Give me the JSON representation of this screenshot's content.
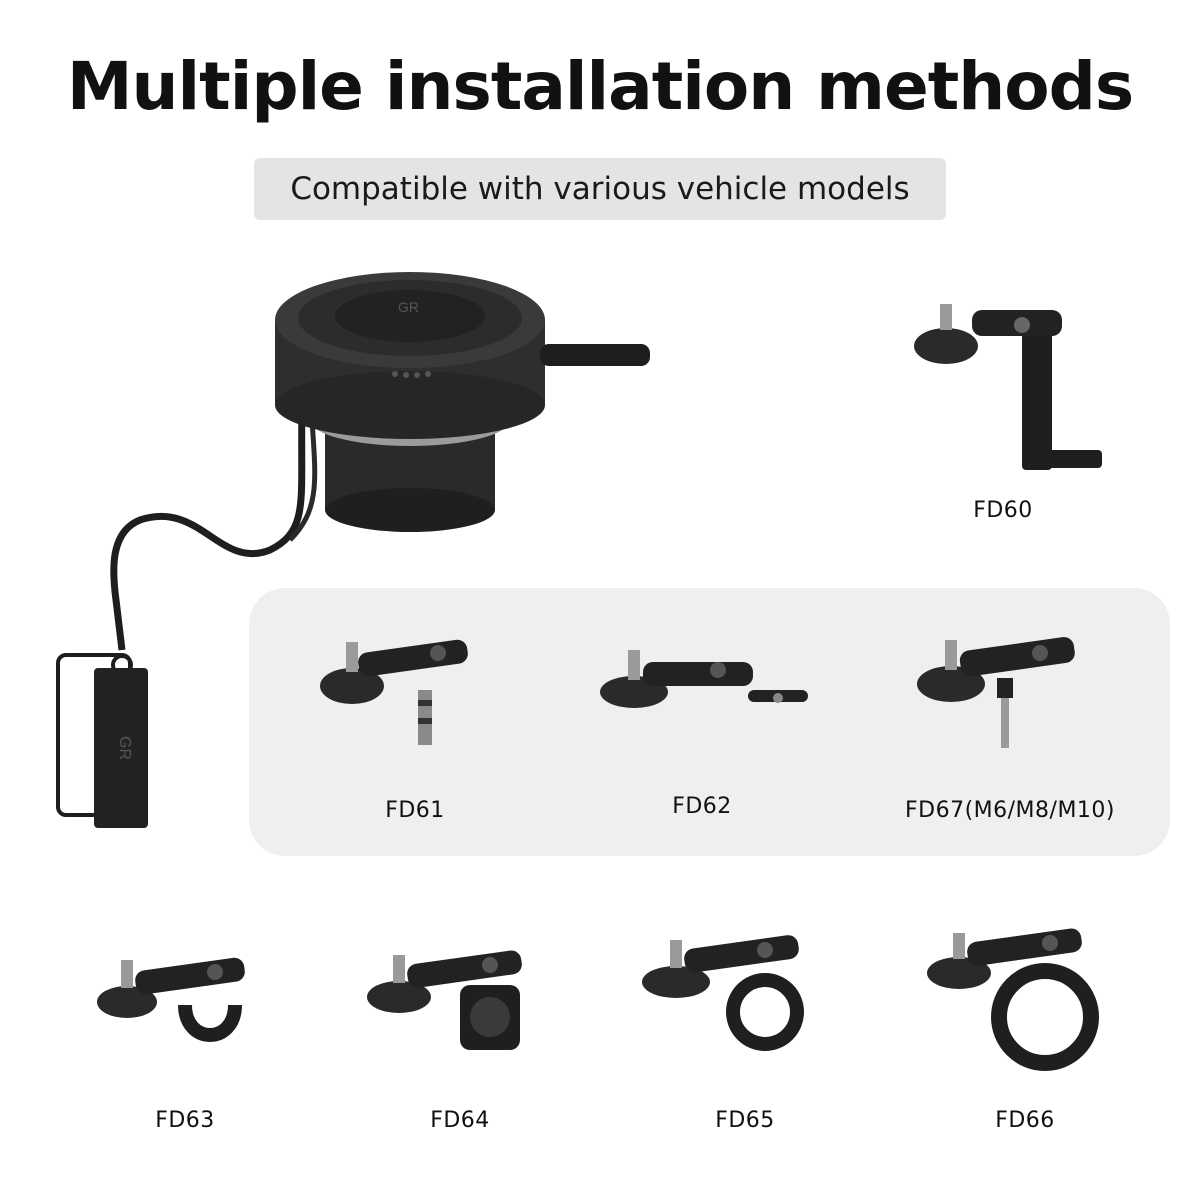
{
  "title": "Multiple installation methods",
  "subtitle": "Compatible with various vehicle models",
  "brand_logo": "GR",
  "accent_color": "#1c1c1c",
  "panel_color": "#efefef",
  "models": [
    {
      "id": "fd60",
      "label": "FD60"
    },
    {
      "id": "fd61",
      "label": "FD61"
    },
    {
      "id": "fd62",
      "label": "FD62"
    },
    {
      "id": "fd67",
      "label": "FD67(M6/M8/M10)"
    },
    {
      "id": "fd63",
      "label": "FD63"
    },
    {
      "id": "fd64",
      "label": "FD64"
    },
    {
      "id": "fd65",
      "label": "FD65"
    },
    {
      "id": "fd66",
      "label": "FD66"
    }
  ]
}
